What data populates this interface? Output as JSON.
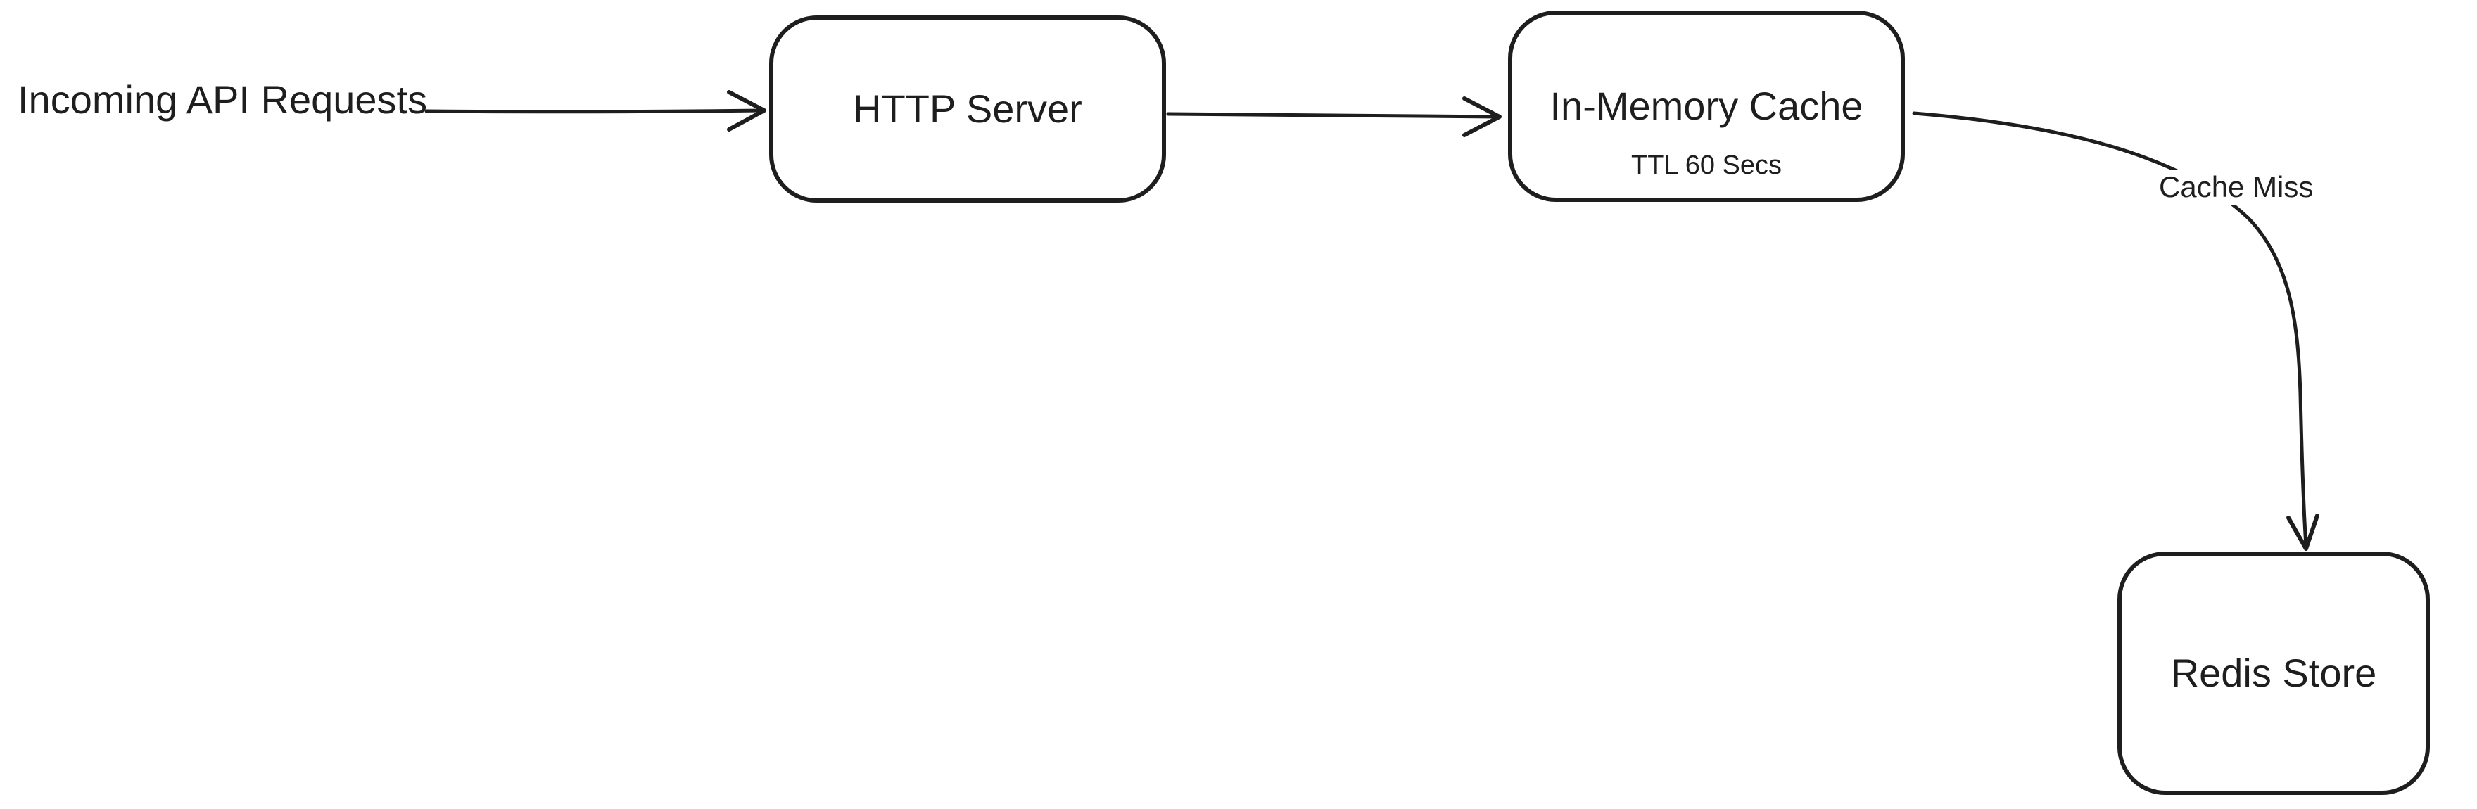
{
  "canvas": {
    "background_color": "#ffffff",
    "stroke_color": "#1e1e1e"
  },
  "labels": {
    "incoming": "Incoming API Requests",
    "cache_miss": "Cache Miss"
  },
  "nodes": {
    "http_server": {
      "label": "HTTP Server"
    },
    "in_memory_cache": {
      "label": "In-Memory Cache",
      "sublabel": "TTL 60 Secs"
    },
    "redis_store": {
      "label": "Redis Store"
    }
  }
}
